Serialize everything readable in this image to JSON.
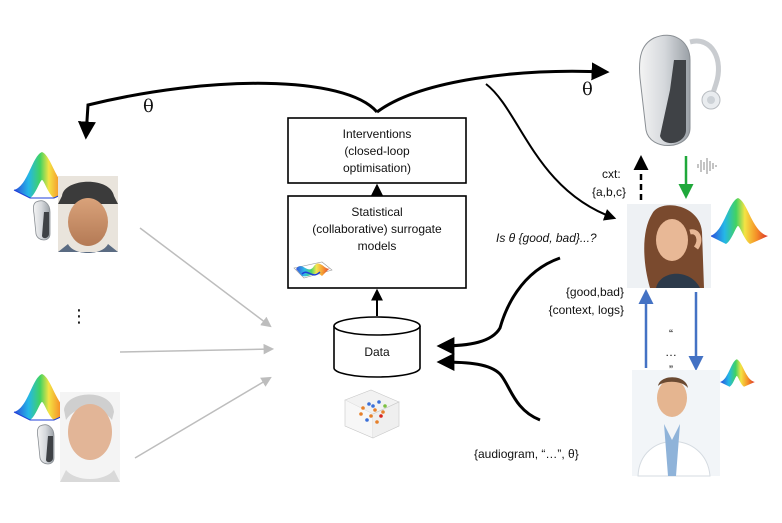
{
  "interventions": {
    "line1": "Interventions",
    "line2": "(closed-loop",
    "line3": "optimisation)"
  },
  "models": {
    "line1": "Statistical",
    "line2": "(collaborative) surrogate",
    "line3": "models"
  },
  "data_label": "Data",
  "theta_left": "θ",
  "theta_right": "θ",
  "question": "Is θ {good, bad}...?",
  "cxt": {
    "line1": "cxt:",
    "line2": "{a,b,c}"
  },
  "feedback": {
    "line1": "{good,bad}",
    "line2": "{context, logs}"
  },
  "ellipsis_left": "⋮",
  "quote_dots": {
    "line1": "“",
    "line2": "…",
    "line3": "”"
  },
  "audiogram": "{audiogram, “…”,  θ}",
  "colors": {
    "arrow_black": "#000000",
    "arrow_blue": "#4472C4",
    "arrow_green": "#1FA83A",
    "arrow_gray": "#BDBDBD"
  },
  "icons": [
    "gaussian-surface-icon",
    "hearing-aid-icon",
    "person-photo",
    "scatter-3d-icon",
    "surface-plot-icon"
  ]
}
